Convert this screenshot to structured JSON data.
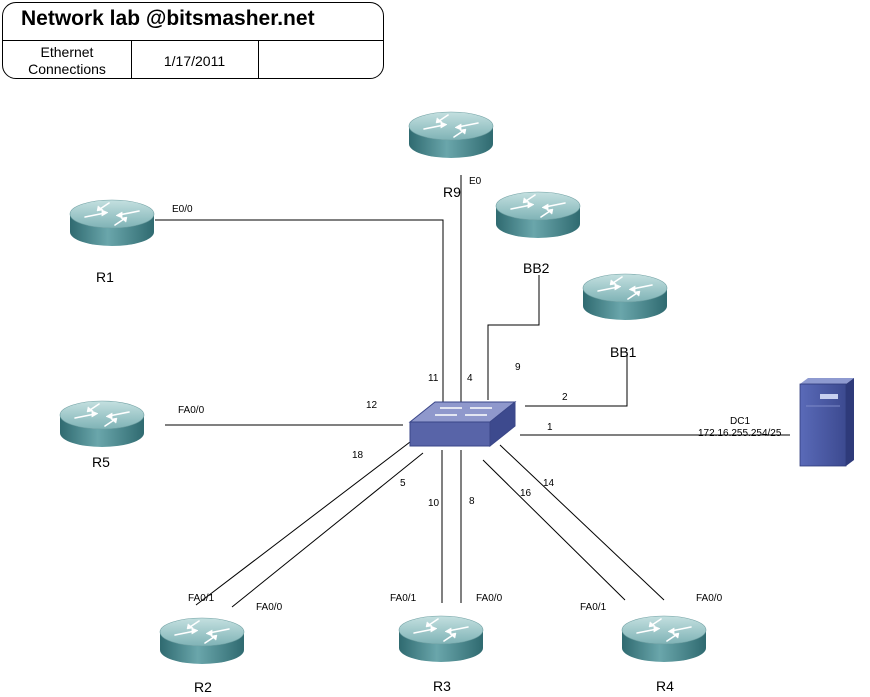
{
  "header": {
    "title": "Network lab @bitsmasher.net",
    "cell_1": "Ethernet\nConnections",
    "cell_1_line1": "Ethernet",
    "cell_1_line2": "Connections",
    "date": "1/17/2011",
    "cell_3": ""
  },
  "colors": {
    "router_body": "#4f8f95",
    "router_top": "#9cc8c9",
    "switch_top": "#7a86c0",
    "switch_side": "#3c4a8e",
    "server": "#4a5aa8",
    "link": "#000000"
  },
  "icons": {
    "router": "router-icon",
    "switch": "switch-icon",
    "server": "server-icon"
  },
  "nodes": {
    "r1": {
      "name": "R1"
    },
    "r2": {
      "name": "R2"
    },
    "r3": {
      "name": "R3"
    },
    "r4": {
      "name": "R4"
    },
    "r5": {
      "name": "R5"
    },
    "r9": {
      "name": "R9"
    },
    "bb1": {
      "name": "BB1"
    },
    "bb2": {
      "name": "BB2"
    },
    "dc1": {
      "name": "DC1",
      "ip": "172.16.255.254/25"
    }
  },
  "interfaces": {
    "r1": "E0/0",
    "r9": "E0",
    "r5": "FA0/0",
    "r2_fa01": "FA0/1",
    "r2_fa00": "FA0/0",
    "r3_fa01": "FA0/1",
    "r3_fa00": "FA0/0",
    "r4_fa01": "FA0/1",
    "r4_fa00": "FA0/0"
  },
  "ports": {
    "p11": "11",
    "p4": "4",
    "p9": "9",
    "p12": "12",
    "p2": "2",
    "p1": "1",
    "p18": "18",
    "p5": "5",
    "p10": "10",
    "p8": "8",
    "p16": "16",
    "p14": "14"
  }
}
